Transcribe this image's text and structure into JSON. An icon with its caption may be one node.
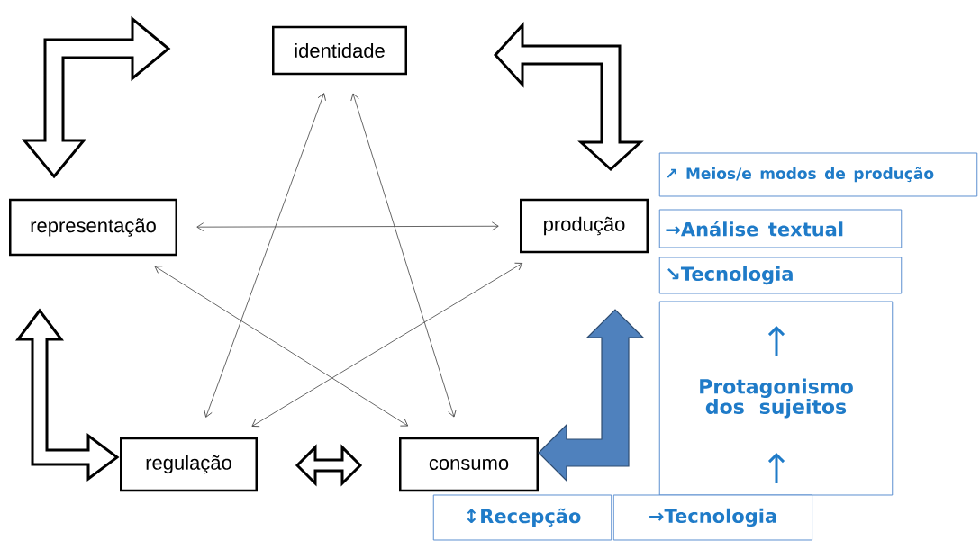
{
  "diagram": {
    "nodes": [
      {
        "text": [
          "identidade"
        ]
      },
      {
        "text": [
          "representação"
        ]
      },
      {
        "text": [
          "produção"
        ]
      },
      {
        "text": [
          "regulação"
        ]
      },
      {
        "text": [
          "consumo"
        ]
      },
      {
        "text": [
          "↗ Meios/e modos de produção"
        ]
      },
      {
        "text": [
          "→Análise textual"
        ]
      },
      {
        "text": [
          "↘Tecnologia"
        ]
      },
      {
        "text": [
          "Protagonismo dos sujeitos"
        ]
      },
      {
        "text": [
          "↕Recepção"
        ]
      },
      {
        "text": [
          "→Tecnologia"
        ]
      }
    ],
    "edges": [
      {
        "from": 1,
        "to": 0,
        "arrow": "both",
        "style": "thick"
      },
      {
        "from": 0,
        "to": 2,
        "arrow": "both",
        "style": "thick"
      },
      {
        "from": 1,
        "to": 3,
        "arrow": "both",
        "style": "thick"
      },
      {
        "from": 3,
        "to": 4,
        "arrow": "both",
        "style": "thick"
      },
      {
        "from": 4,
        "to": 2,
        "arrow": "both",
        "style": "thick",
        "color": "#4f81bd"
      },
      {
        "from": 1,
        "to": 2,
        "arrow": "both"
      },
      {
        "from": 0,
        "to": 3,
        "arrow": "both"
      },
      {
        "from": 0,
        "to": 4,
        "arrow": "both"
      },
      {
        "from": 1,
        "to": 4,
        "arrow": "both"
      },
      {
        "from": 2,
        "to": 3,
        "arrow": "both"
      }
    ]
  }
}
